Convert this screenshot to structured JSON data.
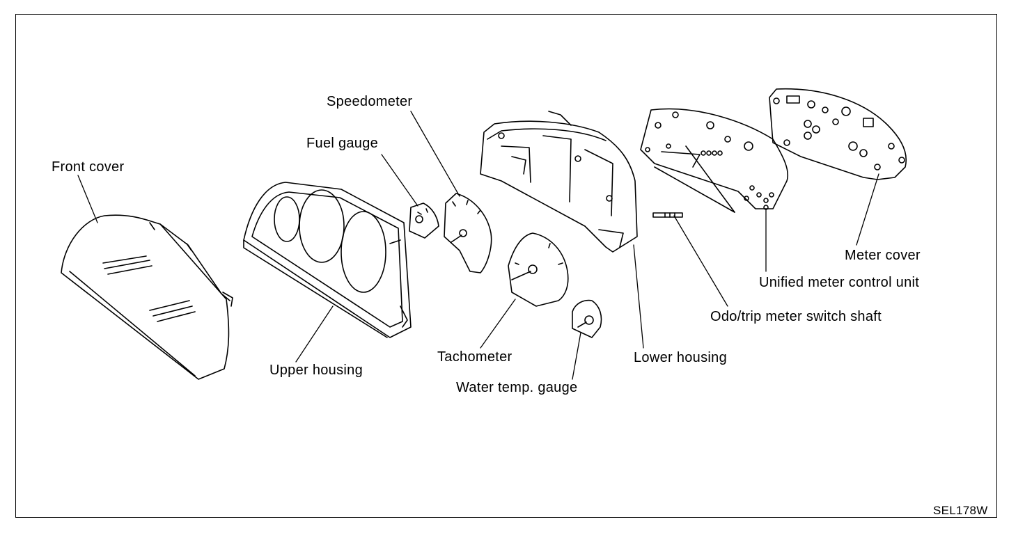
{
  "labels": {
    "front_cover": "Front cover",
    "upper_housing": "Upper housing",
    "fuel_gauge": "Fuel gauge",
    "speedometer": "Speedometer",
    "tachometer": "Tachometer",
    "water_temp_gauge": "Water temp. gauge",
    "lower_housing": "Lower housing",
    "odo_trip_switch_shaft": "Odo/trip meter switch shaft",
    "unified_meter_control_unit": "Unified meter control unit",
    "meter_cover": "Meter cover"
  },
  "figure_code": "SEL178W",
  "colors": {
    "ink": "#000000",
    "paper": "#ffffff"
  }
}
